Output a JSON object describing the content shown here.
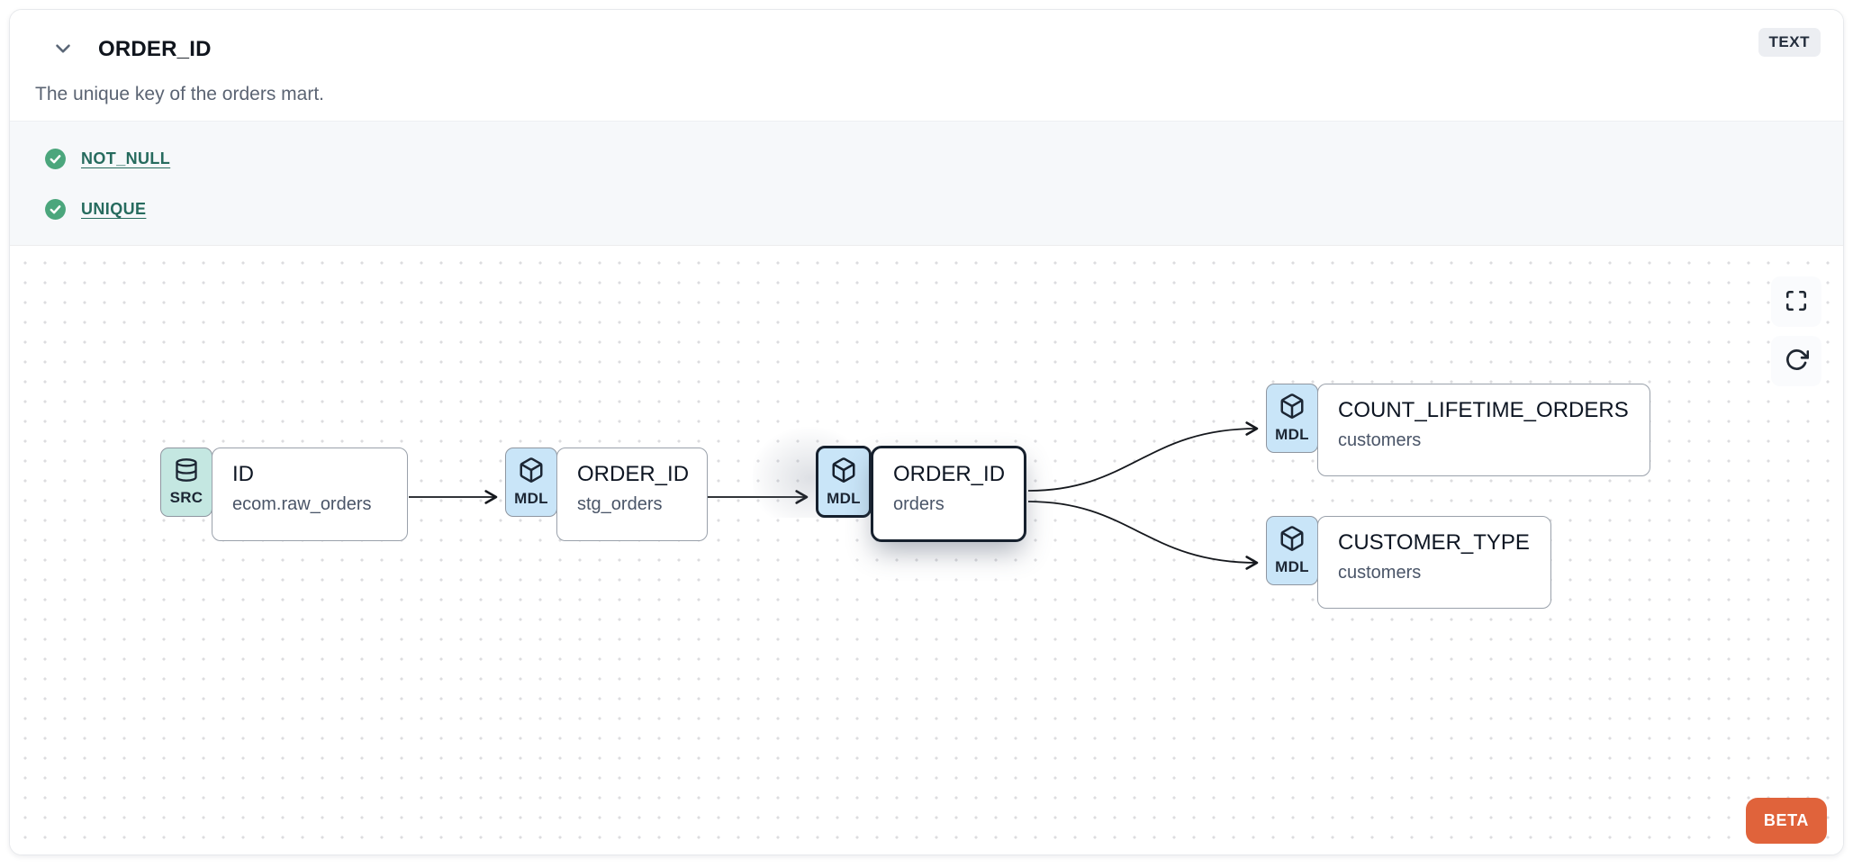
{
  "header": {
    "title": "ORDER_ID",
    "description": "The unique key of the orders mart.",
    "type_badge": "TEXT"
  },
  "tests": [
    {
      "label": "NOT_NULL",
      "status": "pass"
    },
    {
      "label": "UNIQUE",
      "status": "pass"
    }
  ],
  "lineage": {
    "nodes": [
      {
        "badge": "SRC",
        "icon": "database-icon",
        "title": "ID",
        "subtitle": "ecom.raw_orders",
        "selected": false
      },
      {
        "badge": "MDL",
        "icon": "cube-icon",
        "title": "ORDER_ID",
        "subtitle": "stg_orders",
        "selected": false
      },
      {
        "badge": "MDL",
        "icon": "cube-icon",
        "title": "ORDER_ID",
        "subtitle": "orders",
        "selected": true
      },
      {
        "badge": "MDL",
        "icon": "cube-icon",
        "title": "COUNT_LIFETIME_ORDERS",
        "subtitle": "customers",
        "selected": false
      },
      {
        "badge": "MDL",
        "icon": "cube-icon",
        "title": "CUSTOMER_TYPE",
        "subtitle": "customers",
        "selected": false
      }
    ],
    "edges": [
      {
        "from": "ID (ecom.raw_orders)",
        "to": "ORDER_ID (stg_orders)"
      },
      {
        "from": "ORDER_ID (stg_orders)",
        "to": "ORDER_ID (orders)"
      },
      {
        "from": "ORDER_ID (orders)",
        "to": "COUNT_LIFETIME_ORDERS (customers)"
      },
      {
        "from": "ORDER_ID (orders)",
        "to": "CUSTOMER_TYPE (customers)"
      }
    ],
    "beta_label": "BETA"
  },
  "colors": {
    "accent_orange": "#e0633b",
    "test_green": "#4ba67c",
    "link_teal": "#266b5e",
    "badge_blue": "#c9e5f8",
    "badge_teal": "#c4e7e1",
    "selected_border": "#16202d"
  }
}
